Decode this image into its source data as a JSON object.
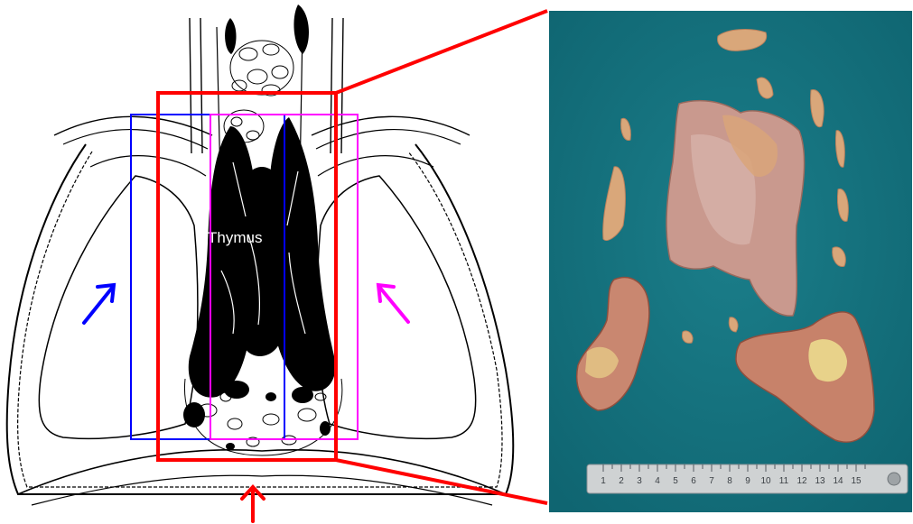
{
  "diagram": {
    "organ_label": "Thymus",
    "approach_colors": {
      "left": "#0000ff",
      "right": "#ff00ff",
      "subxiphoid": "#ff0000"
    },
    "icons": {
      "left_arrow": "arrow-up-right-icon",
      "right_arrow": "arrow-up-left-icon",
      "bottom_arrow": "arrow-up-icon"
    }
  },
  "photo": {
    "background_color": "#14707c",
    "ruler": {
      "numbers": [
        "1",
        "2",
        "3",
        "4",
        "5",
        "6",
        "7",
        "8",
        "9",
        "10",
        "11",
        "12",
        "13",
        "14",
        "15"
      ]
    }
  }
}
